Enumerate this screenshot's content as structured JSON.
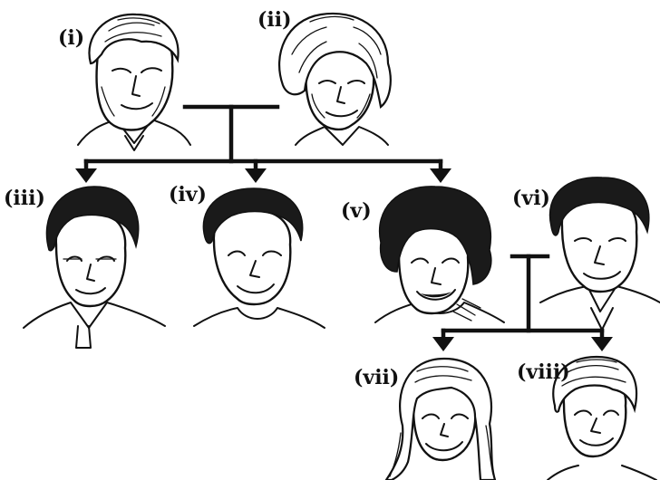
{
  "people": [
    {
      "id": "i",
      "label": "(i)",
      "hair": "grey-wavy",
      "role": "grandfather"
    },
    {
      "id": "ii",
      "label": "(ii)",
      "hair": "grey-curly",
      "role": "grandmother"
    },
    {
      "id": "iii",
      "label": "(iii)",
      "hair": "dark",
      "role": "child"
    },
    {
      "id": "iv",
      "label": "(iv)",
      "hair": "dark",
      "role": "child"
    },
    {
      "id": "v",
      "label": "(v)",
      "hair": "dark-curly",
      "role": "child"
    },
    {
      "id": "vi",
      "label": "(vi)",
      "hair": "dark",
      "role": "spouse"
    },
    {
      "id": "vii",
      "label": "(vii)",
      "hair": "light-long",
      "role": "grandchild"
    },
    {
      "id": "viii",
      "label": "(viii)",
      "hair": "light",
      "role": "grandchild"
    }
  ],
  "colors": {
    "ink": "#111111",
    "background": "#ffffff"
  }
}
